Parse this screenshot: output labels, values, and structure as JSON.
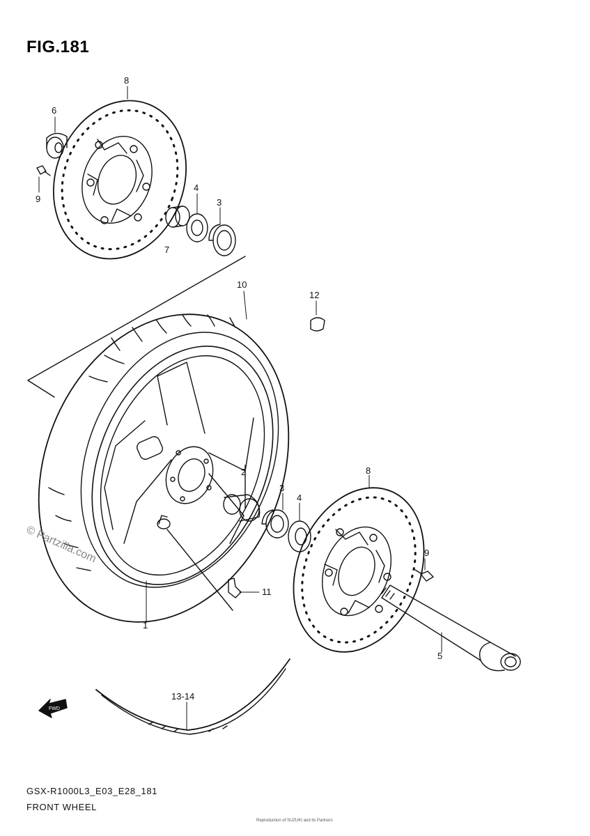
{
  "figure": {
    "title": "FIG.181",
    "model_code": "GSX-R1000L3_E03_E28_181",
    "section_name": "FRONT WHEEL",
    "watermark": "© Partzilla.com",
    "copyright": "Reproduction of SUZUKI and its Partners"
  },
  "callouts": {
    "c1": "1",
    "c2": "2",
    "c3a": "3",
    "c3b": "3",
    "c4a": "4",
    "c4b": "4",
    "c5": "5",
    "c6": "6",
    "c7": "7",
    "c8a": "8",
    "c8b": "8",
    "c9a": "9",
    "c9b": "9",
    "c10": "10",
    "c11": "11",
    "c12": "12",
    "c1314": "13-14"
  },
  "fwd_arrow": {
    "label": "FWD"
  }
}
